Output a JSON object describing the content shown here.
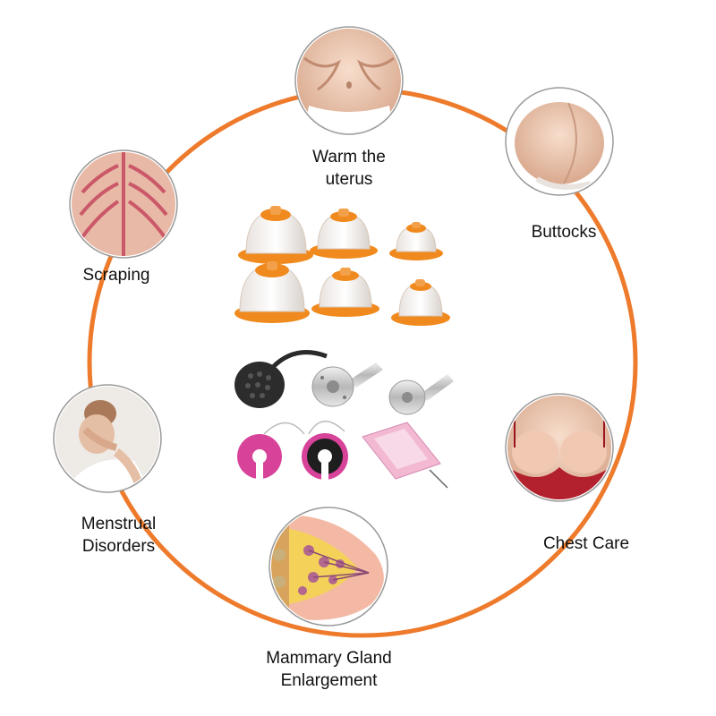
{
  "colors": {
    "ring": "#ee7a2c",
    "cup_orange": "#f08a1e",
    "pad_pink": "#d8439a",
    "label_text": "#111111",
    "background": "#ffffff"
  },
  "features": [
    {
      "id": "warm-uterus",
      "lines": [
        "Warm the",
        "uterus"
      ],
      "icon": "belly-photo-icon"
    },
    {
      "id": "buttocks",
      "lines": [
        "Buttocks"
      ],
      "icon": "buttocks-photo-icon"
    },
    {
      "id": "chest-care",
      "lines": [
        "Chest Care"
      ],
      "icon": "chest-photo-icon"
    },
    {
      "id": "mammary-gland",
      "lines": [
        "Mammary Gland",
        "Enlargement"
      ],
      "icon": "breast-anatomy-icon"
    },
    {
      "id": "menstrual",
      "lines": [
        "Menstrual",
        "Disorders"
      ],
      "icon": "woman-holding-head-photo-icon"
    },
    {
      "id": "scraping",
      "lines": [
        "Scraping"
      ],
      "icon": "scraped-back-photo-icon"
    }
  ],
  "product": {
    "cups": [
      {
        "name": "cup-large"
      },
      {
        "name": "cup-medium"
      },
      {
        "name": "cup-small"
      },
      {
        "name": "cup-large"
      },
      {
        "name": "cup-medium"
      },
      {
        "name": "cup-small"
      }
    ],
    "accessories": [
      "rf-probe-head",
      "metal-vacuum-probe",
      "metal-vacuum-probe",
      "pink-pad",
      "black-pink-pad",
      "heating-pad"
    ]
  }
}
